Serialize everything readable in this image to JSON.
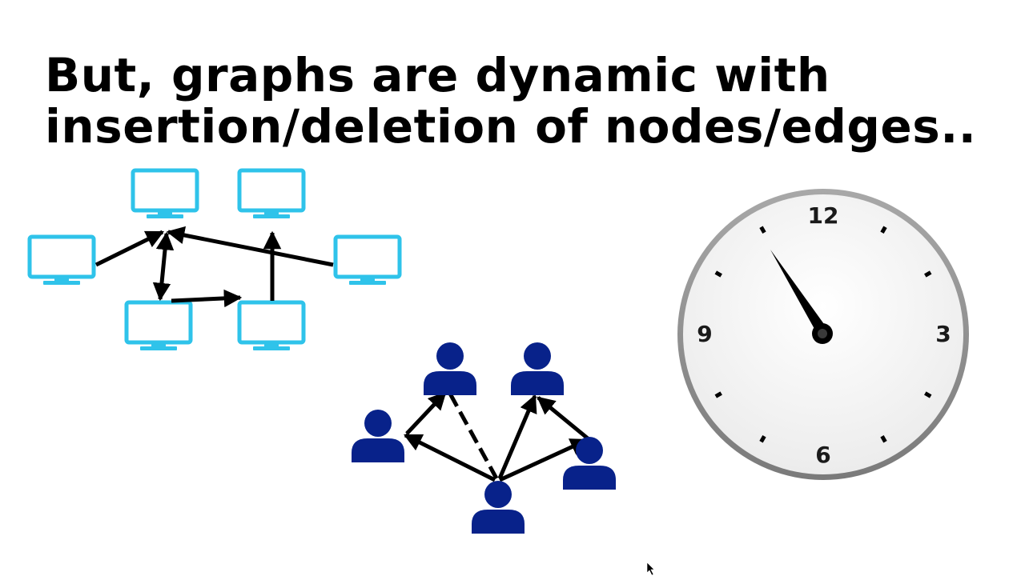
{
  "slide": {
    "title_line1": "But, graphs are dynamic with",
    "title_line2": "insertion/deletion of nodes/edges.."
  },
  "clock": {
    "numerals": {
      "n12": "12",
      "n3": "3",
      "n6": "6",
      "n9": "9"
    }
  },
  "colors": {
    "computer": "#2fc3ea",
    "person": "#08228a",
    "edge": "#000000",
    "clock_rim": "#8c8c8c",
    "clock_face": "#f3f3f3"
  },
  "icons": {
    "computer": "computer-monitor-icon",
    "person": "person-icon",
    "clock": "clock-icon",
    "cursor": "mouse-cursor-icon"
  }
}
